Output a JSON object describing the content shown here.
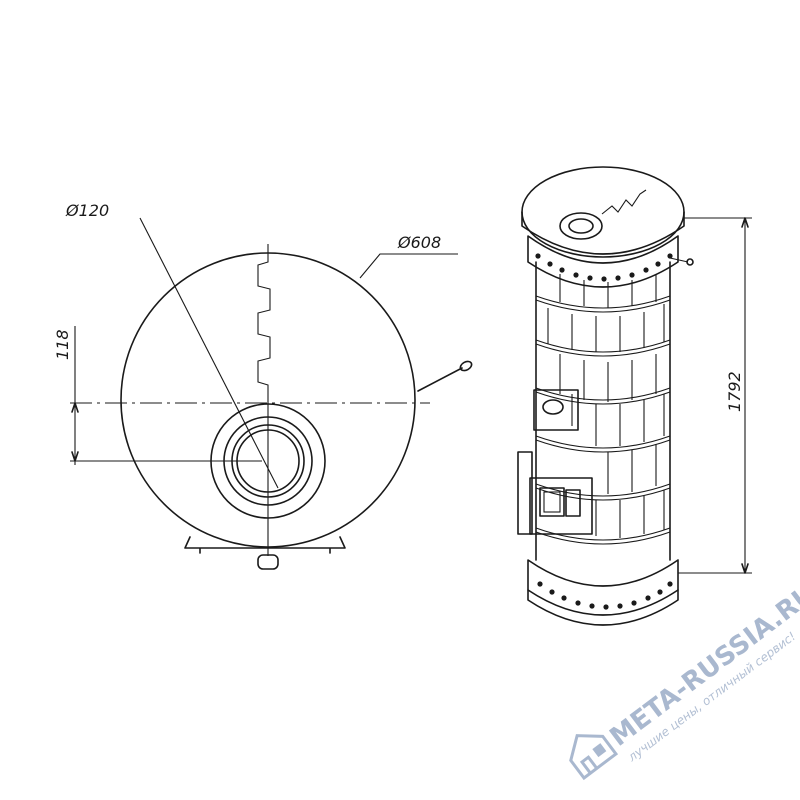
{
  "dimensions": {
    "small_diameter": "Ø120",
    "large_diameter": "Ø608",
    "offset": "118",
    "height": "1792"
  },
  "watermark": {
    "brand": "META-RUSSIA.RU",
    "slogan": "лучшие цены, отличный сервис!"
  }
}
